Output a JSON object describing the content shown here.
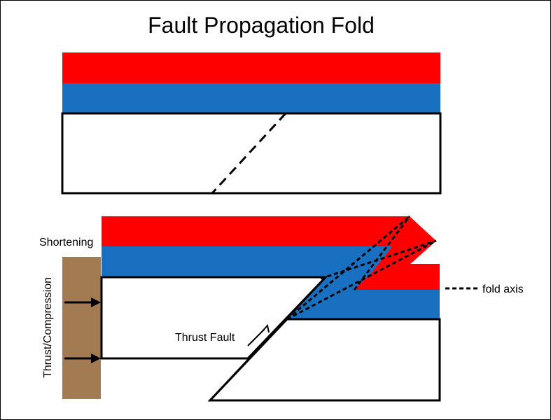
{
  "title": "Fault Propagation Fold",
  "labels": {
    "shortening": "Shortening",
    "thrust_compression": "Thrust/Compression",
    "thrust_fault": "Thrust Fault",
    "fold_axis": "fold axis"
  },
  "colors": {
    "red_layer": "#ff0000",
    "blue_layer": "#1a70c0",
    "basement": "#ffffff",
    "backstop": "#a37b53",
    "outline": "#000000"
  }
}
